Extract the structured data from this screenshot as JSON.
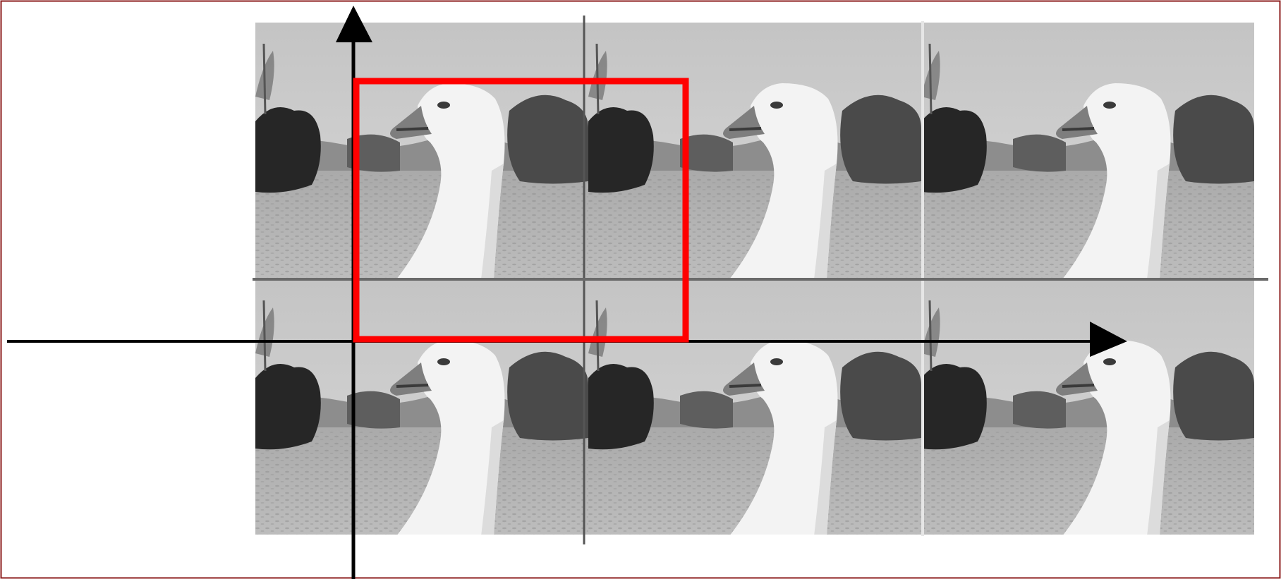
{
  "figure": {
    "kind": "periodic-tiling-illustration",
    "tile_subject": "goose-photo-grayscale",
    "tile_grid": {
      "columns": 3,
      "rows": 2
    },
    "highlight_color": "#ff0000",
    "frame_color": "#8b1a1a",
    "axis_color": "#000000",
    "axes": [
      "horizontal-arrow",
      "vertical-arrow"
    ]
  }
}
